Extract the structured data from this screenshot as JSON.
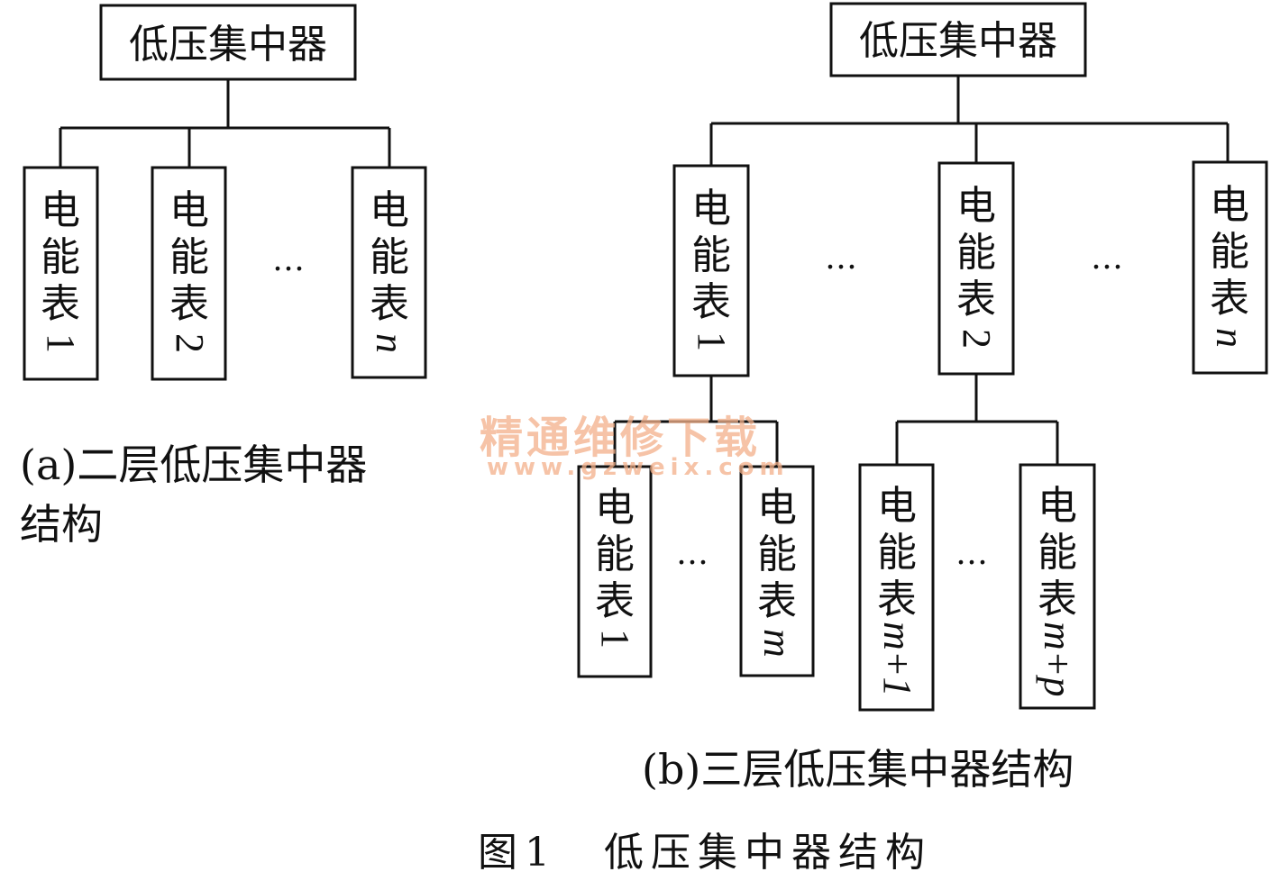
{
  "diagram_a": {
    "root": "低压集中器",
    "meters": [
      {
        "chars": [
          "电",
          "能",
          "表"
        ],
        "num": "1",
        "italic": false
      },
      {
        "chars": [
          "电",
          "能",
          "表"
        ],
        "num": "2",
        "italic": false
      },
      {
        "chars": [
          "电",
          "能",
          "表"
        ],
        "num": "n",
        "italic": true
      }
    ],
    "ellipsis": "…",
    "caption_line1": "(a)二层低压集中器",
    "caption_line2": "结构"
  },
  "diagram_b": {
    "root": "低压集中器",
    "level1": [
      {
        "chars": [
          "电",
          "能",
          "表"
        ],
        "num": "1",
        "italic": false
      },
      {
        "chars": [
          "电",
          "能",
          "表"
        ],
        "num": "2",
        "italic": false
      },
      {
        "chars": [
          "电",
          "能",
          "表"
        ],
        "num": "n",
        "italic": true
      }
    ],
    "level2_under_1": [
      {
        "chars": [
          "电",
          "能",
          "表"
        ],
        "num": "1",
        "italic": false
      },
      {
        "chars": [
          "电",
          "能",
          "表"
        ],
        "num": "m",
        "italic": true
      }
    ],
    "level2_under_2": [
      {
        "chars": [
          "电",
          "能",
          "表"
        ],
        "num": "m+1",
        "italic": true
      },
      {
        "chars": [
          "电",
          "能",
          "表"
        ],
        "num": "m+p",
        "italic": true
      }
    ],
    "ellipsis": "…",
    "caption": "(b)三层低压集中器结构"
  },
  "figure_title": "图1　低压集中器结构",
  "watermark": {
    "line1": "精通维修下载",
    "line2": "www.gzweix.com",
    "color": "#f3b08a"
  }
}
